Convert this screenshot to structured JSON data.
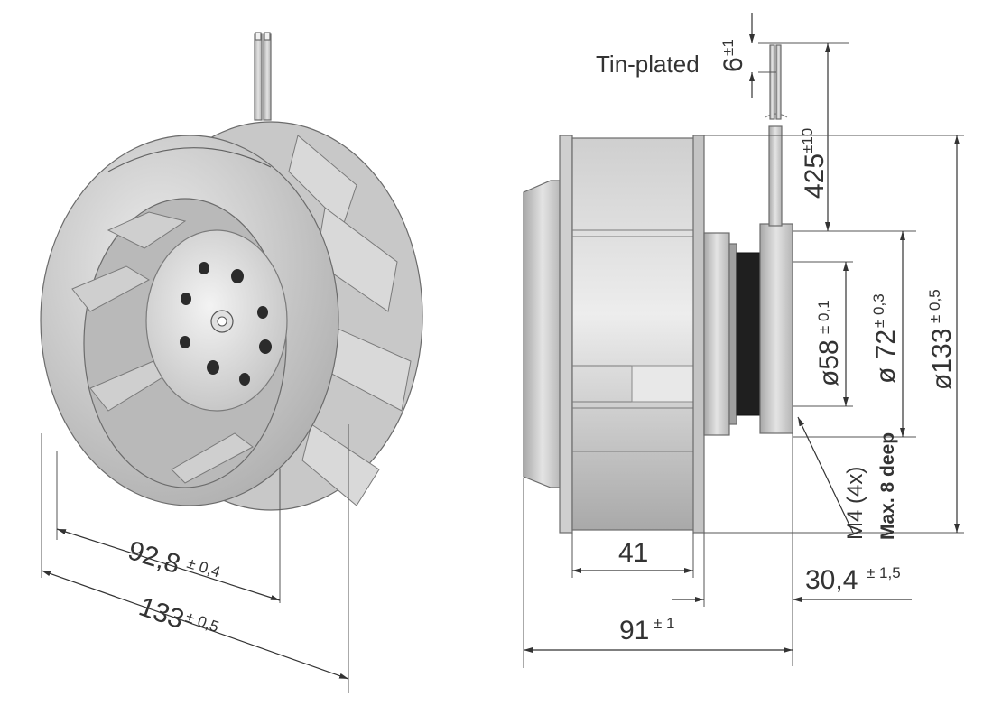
{
  "labels": {
    "tin_plated": "Tin-plated",
    "lead_gap": "6",
    "lead_gap_tol": "±1",
    "lead_length": "425",
    "lead_length_tol": "±10",
    "d58": "ø58",
    "d58_tol": "± 0,1",
    "d72": "ø 72",
    "d72_tol": "± 0,3",
    "d133": "ø133",
    "d133_tol": "± 0,5",
    "thread": "M4 (4x)",
    "thread_note": "Max. 8 deep",
    "w41": "41",
    "w30": "30,4",
    "w30_tol": "± 1,5",
    "w91": "91",
    "w91_tol": "± 1",
    "iso_inlet": "92,8",
    "iso_inlet_tol": "± 0,4",
    "iso_outer": "133",
    "iso_outer_tol": "± 0,5"
  },
  "colors": {
    "line": "#333333",
    "metal_light": "#e6e6e6",
    "metal_mid": "#bdbdbd",
    "metal_dark": "#8a8a8a",
    "gasket": "#1f1f1f"
  }
}
